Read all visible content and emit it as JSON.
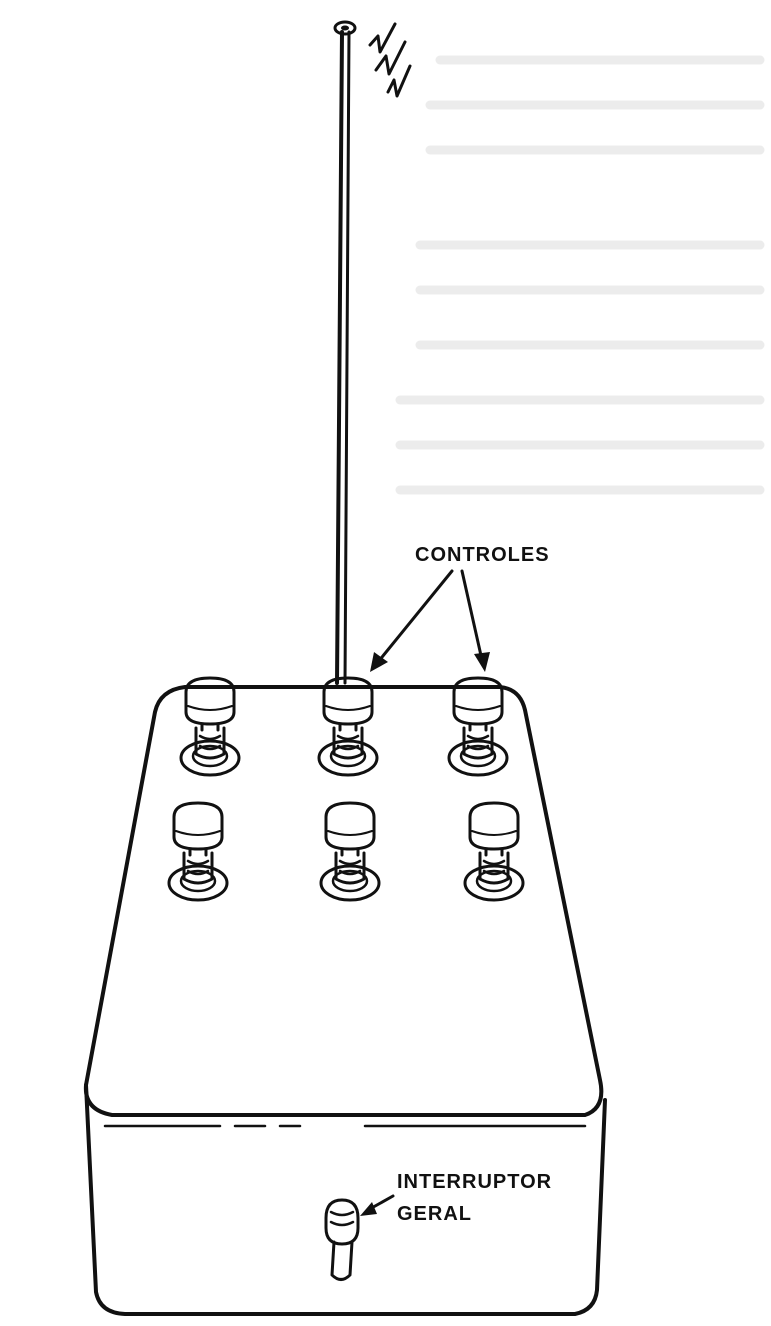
{
  "labels": {
    "controls": "CONTROLES",
    "master_switch_line1": "INTERRUPTOR",
    "master_switch_line2": "GERAL"
  },
  "colors": {
    "ink": "#111111",
    "paper": "#ffffff"
  },
  "icons": {
    "antenna": "antenna-icon",
    "signal": "lightning-icon",
    "control_knob": "push-button-knob-icon",
    "toggle_switch": "toggle-switch-icon",
    "arrow": "arrow-icon"
  }
}
